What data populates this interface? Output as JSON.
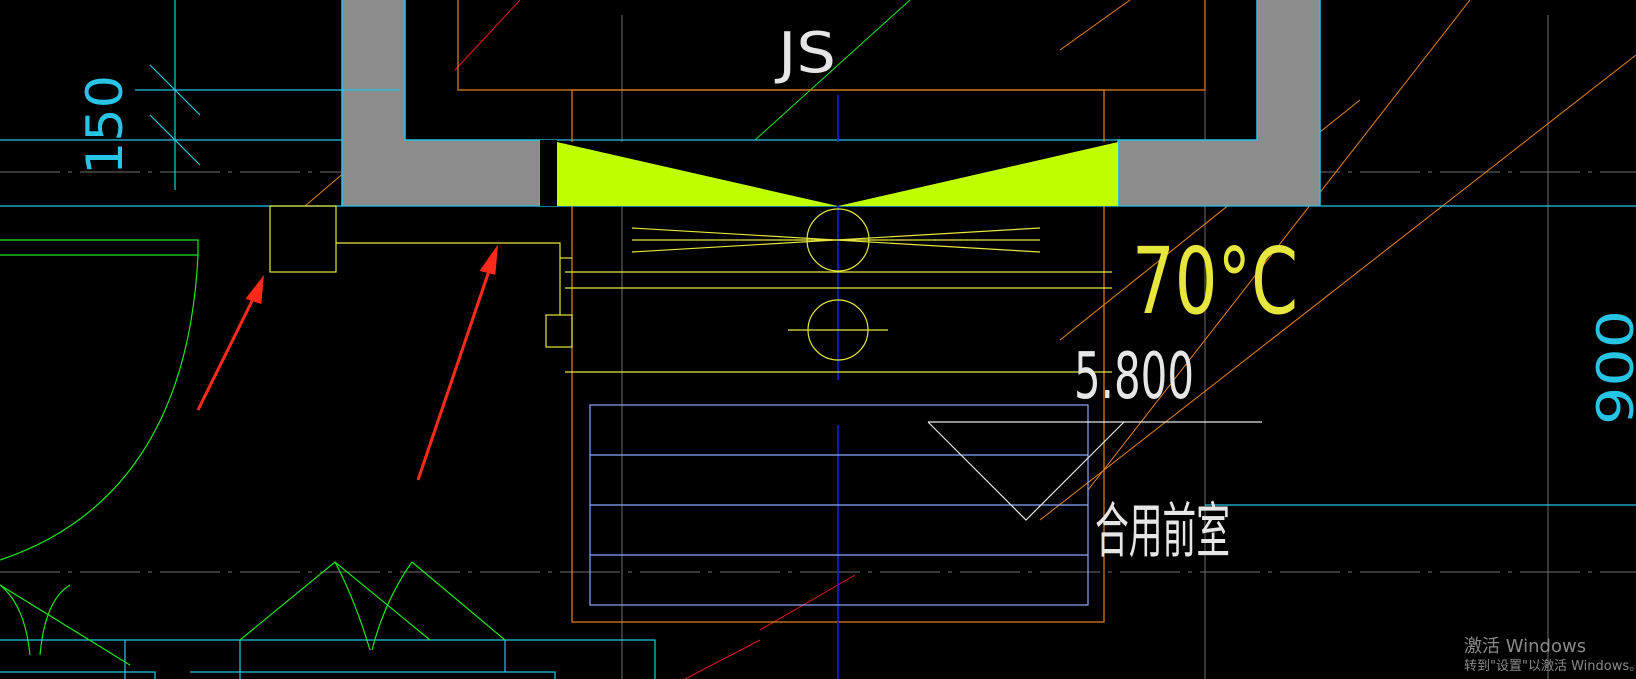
{
  "drawing": {
    "labels": {
      "shaft_tag": "JS",
      "dimension_top": "150",
      "dimension_right": "900",
      "temperature": "70°C",
      "elevation": "5.800",
      "room_name": "合用前室"
    },
    "colors": {
      "background": "#000000",
      "wall_fill": "#8c8c8c",
      "wall_edge": "#27c4e6",
      "damper_fill": "#bfff00",
      "grid_line": "#6e6e6e",
      "cyan": "#27c4e6",
      "yellow": "#e6e63c",
      "orange": "#e6821e",
      "green": "#1ee61e",
      "blue_axis": "#1a1aff",
      "light_blue": "#8aa8ff",
      "white": "#e6e6e6",
      "red_arrow": "#ff2a1a",
      "red_line": "#e6141e"
    }
  },
  "watermark": {
    "title": "激活 Windows",
    "subtitle": "转到\"设置\"以激活 Windows。"
  }
}
